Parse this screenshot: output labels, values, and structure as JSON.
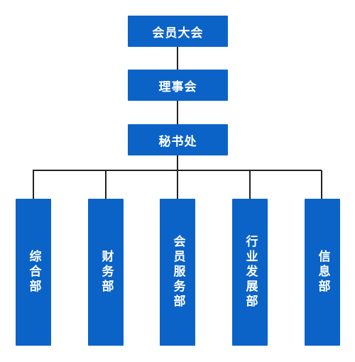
{
  "diagram": {
    "type": "org-chart",
    "box_color": "#0b63c8",
    "line_color": "#222222",
    "text_color": "#ffffff",
    "chain": [
      "会员大会",
      "理事会",
      "秘书处"
    ],
    "departments": [
      "综合部",
      "财务部",
      "会员服务部",
      "行业发展部",
      "信息部"
    ]
  }
}
